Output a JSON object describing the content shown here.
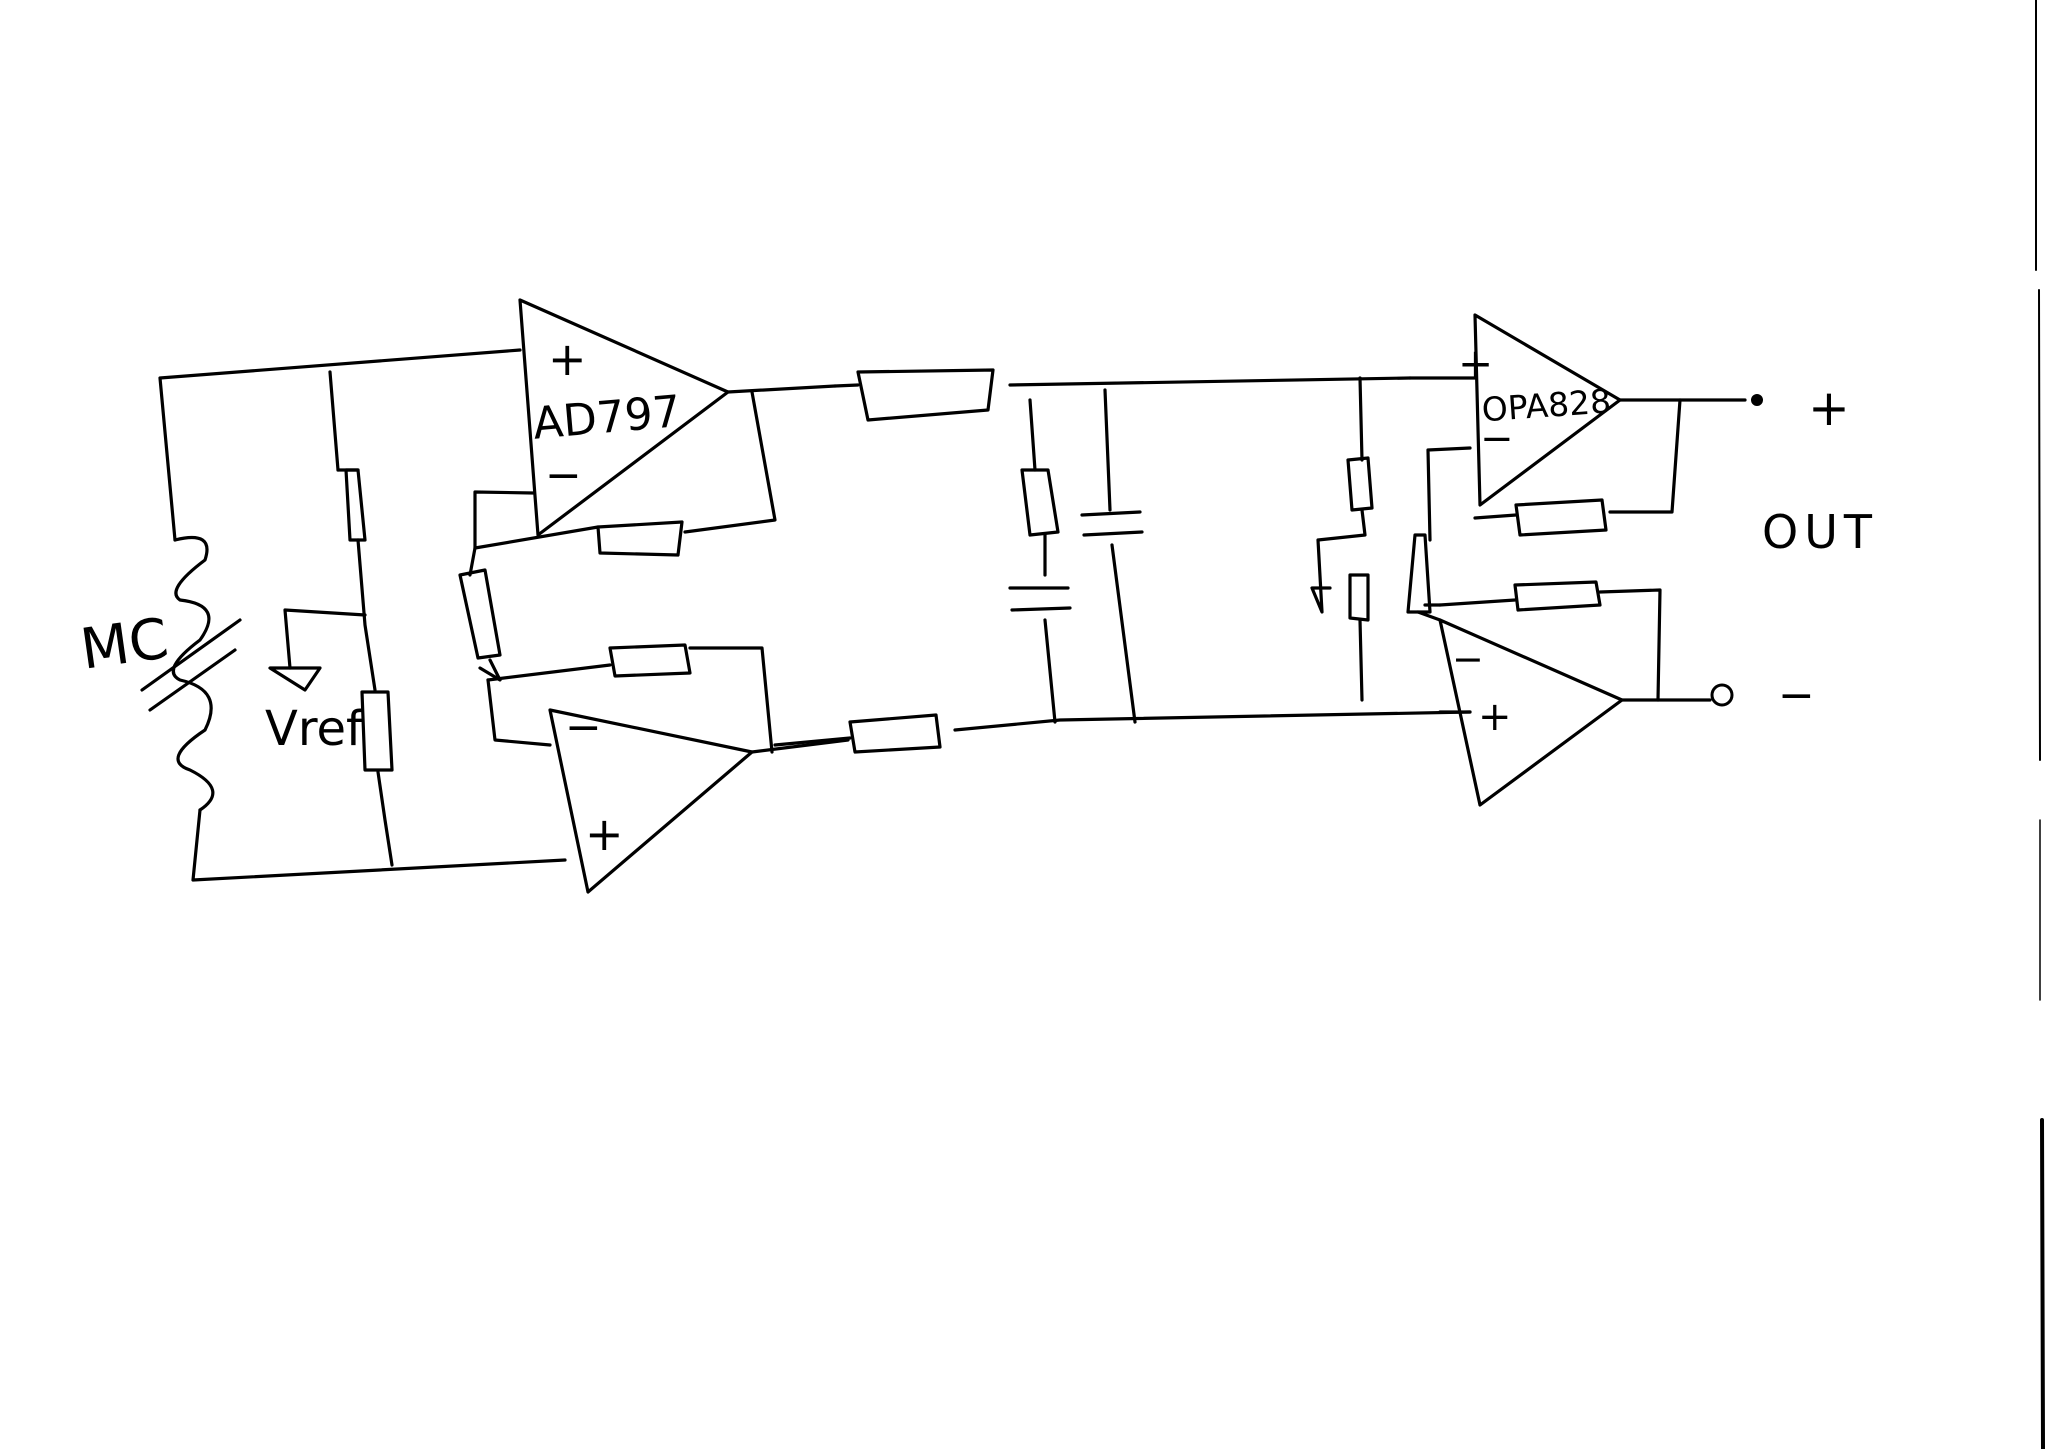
{
  "schematic": {
    "labels": {
      "source": "MC",
      "reference": "Vref",
      "input_opamp": "AD797",
      "output_opamp": "OPA828",
      "output": "OUT",
      "output_plus": "+",
      "output_minus": "−",
      "opamp_plus": "+",
      "opamp_minus": "−"
    },
    "colors": {
      "ink": "#000000",
      "paper": "#ffffff"
    }
  }
}
